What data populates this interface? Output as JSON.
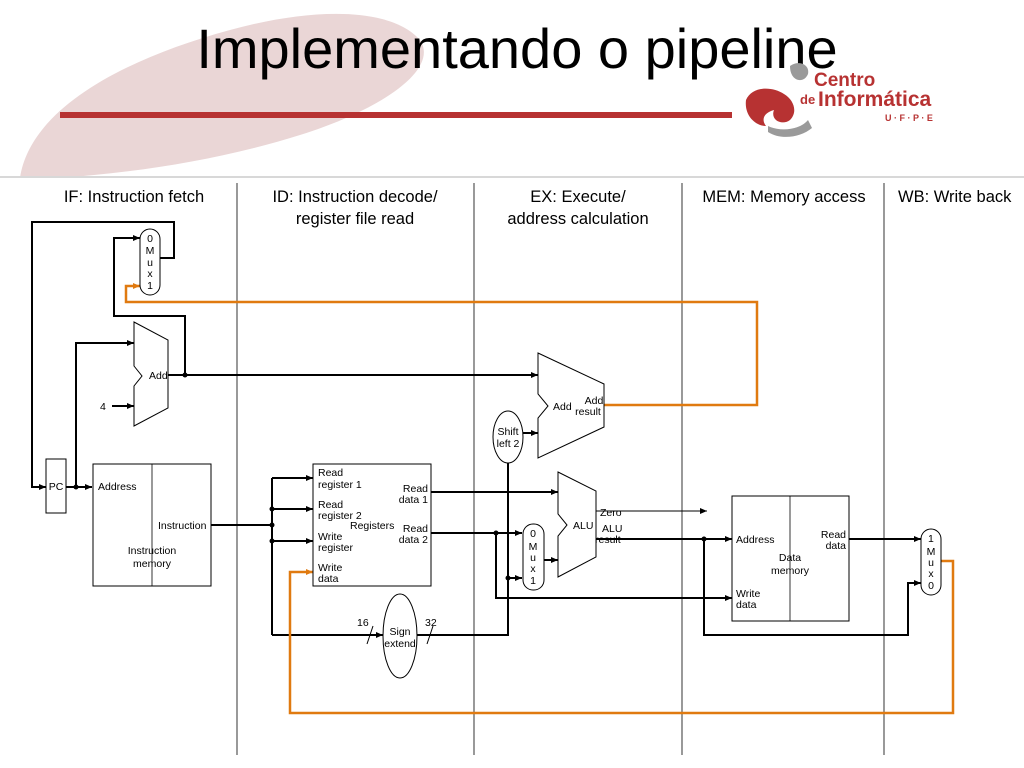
{
  "slide": {
    "title": "Implementando o pipeline",
    "logo": {
      "line1": "Centro",
      "line2_prefix": "de",
      "line2_main": "Informática",
      "line3": "U · F · P · E"
    },
    "colors": {
      "title_bar": "#b73232",
      "control_wire": "#e07a10",
      "brush_stroke": "#e8d2d2"
    }
  },
  "diagram": {
    "stages": {
      "if": {
        "line1": "IF: Instruction fetch"
      },
      "id": {
        "line1": "ID: Instruction decode/",
        "line2": "register file read"
      },
      "ex": {
        "line1": "EX: Execute/",
        "line2": "address calculation"
      },
      "mem": {
        "line1": "MEM: Memory access"
      },
      "wb": {
        "line1": "WB: Write back"
      }
    },
    "pc_mux": {
      "l0": "0",
      "l1": "M",
      "l2": "u",
      "l3": "x",
      "l4": "1"
    },
    "pc_adder": {
      "label": "Add",
      "const": "4"
    },
    "pc": {
      "label": "PC"
    },
    "instruction_memory": {
      "address": "Address",
      "instruction": "Instruction",
      "name_line1": "Instruction",
      "name_line2": "memory"
    },
    "registers": {
      "read_reg1_l1": "Read",
      "read_reg1_l2": "register 1",
      "read_reg2_l1": "Read",
      "read_reg2_l2": "register 2",
      "write_reg_l1": "Write",
      "write_reg_l2": "register",
      "write_data_l1": "Write",
      "write_data_l2": "data",
      "read_data1_l1": "Read",
      "read_data1_l2": "data 1",
      "read_data2_l1": "Read",
      "read_data2_l2": "data 2",
      "name": "Registers"
    },
    "sign_extend": {
      "l1": "Sign",
      "l2": "extend",
      "in_bits": "16",
      "out_bits": "32"
    },
    "shift_left": {
      "l1": "Shift",
      "l2": "left 2"
    },
    "branch_adder": {
      "left": "Add",
      "right_l1": "Add",
      "right_l2": "result"
    },
    "alu_mux": {
      "l0": "0",
      "l1": "M",
      "l2": "u",
      "l3": "x",
      "l4": "1"
    },
    "alu": {
      "name": "ALU",
      "zero": "Zero",
      "result_l1": "ALU",
      "result_l2": "result"
    },
    "data_memory": {
      "address": "Address",
      "read_l1": "Read",
      "read_l2": "data",
      "write_l1": "Write",
      "write_l2": "data",
      "name_l1": "Data",
      "name_l2": "memory"
    },
    "wb_mux": {
      "l0": "1",
      "l1": "M",
      "l2": "u",
      "l3": "x",
      "l4": "0"
    }
  }
}
